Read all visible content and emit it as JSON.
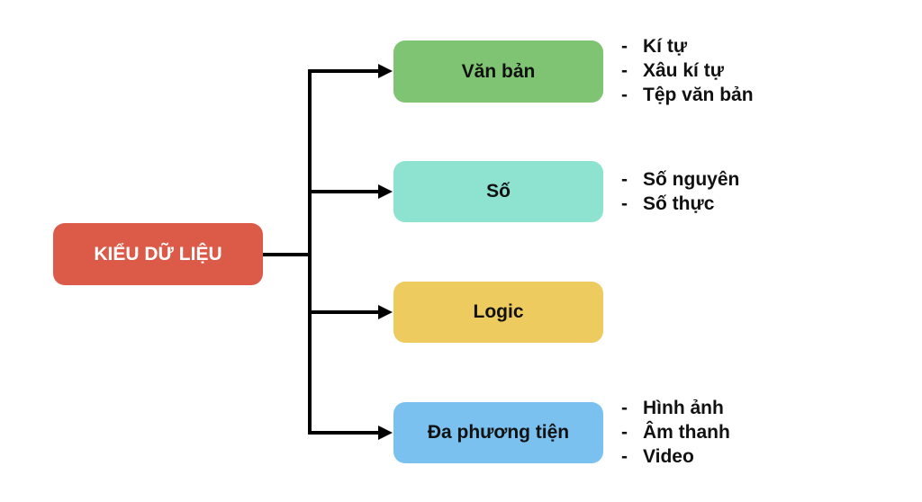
{
  "root": {
    "label": "KIỂU DỮ LIỆU",
    "color": "#DC5A48"
  },
  "nodes": [
    {
      "label": "Văn bản",
      "color": "#7EC472",
      "items": [
        "Kí tự",
        "Xâu kí tự",
        "Tệp văn bản"
      ]
    },
    {
      "label": "Số",
      "color": "#8EE2D0",
      "items": [
        "Số nguyên",
        "Số thực"
      ]
    },
    {
      "label": "Logic",
      "color": "#EECB5E",
      "items": []
    },
    {
      "label": "Đa phương tiện",
      "color": "#7AC1EF",
      "items": [
        "Hình ảnh",
        "Âm thanh",
        "Video"
      ]
    }
  ],
  "bullet": "-",
  "connector_color": "#000000"
}
